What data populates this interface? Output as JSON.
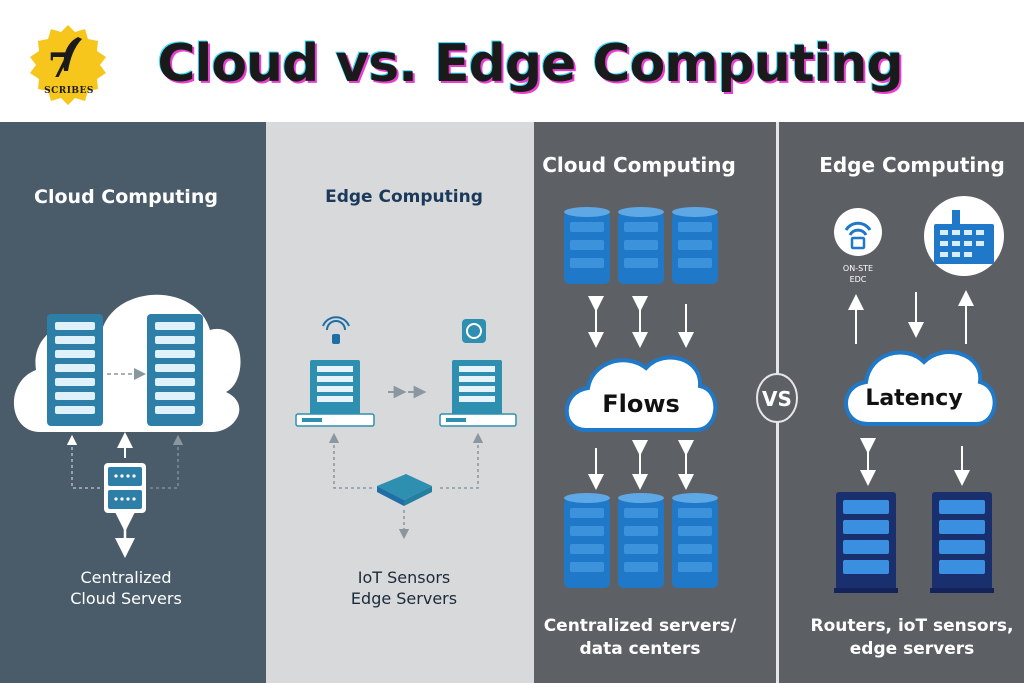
{
  "header": {
    "title": "Cloud vs. Edge Computing",
    "logo_text": "SCRIBES",
    "logo_mark": "7"
  },
  "panel1": {
    "title": "Cloud Computing",
    "caption_line1": "Centralized",
    "caption_line2": "Cloud Servers"
  },
  "panel2": {
    "title": "Edge Computing",
    "caption_line1": "IoT Sensors",
    "caption_line2": "Edge Servers"
  },
  "panel3": {
    "title": "Cloud Computing",
    "cloud_label": "Flows",
    "caption_line1": "Centralized servers/",
    "caption_line2": "data centers"
  },
  "vs_label": "VS",
  "panel4": {
    "title": "Edge Computing",
    "cloud_label": "Latency",
    "onsite_line1": "ON-STE",
    "onsite_line2": "EDC",
    "caption_line1": "Routers, ioT sensors,",
    "caption_line2": "edge servers"
  },
  "colors": {
    "panel1_bg": "#4a5b6a",
    "panel2_bg": "#d8d9da",
    "panel3_bg": "#5d6166",
    "panel4_bg": "#5c5f63",
    "accent_blue": "#1f78c8",
    "teal": "#2e8fb0"
  }
}
